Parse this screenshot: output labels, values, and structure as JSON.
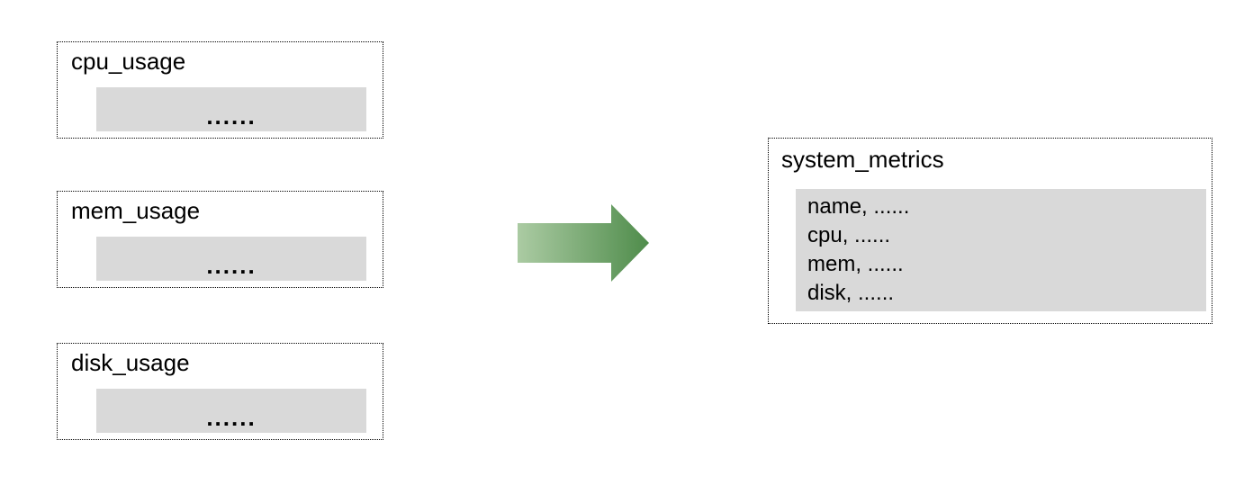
{
  "diagram": {
    "source_tables": [
      {
        "title": "cpu_usage",
        "rows_placeholder": "......"
      },
      {
        "title": "mem_usage",
        "rows_placeholder": "......"
      },
      {
        "title": "disk_usage",
        "rows_placeholder": "......"
      }
    ],
    "arrow": {
      "direction": "right",
      "gradient_start": "#abcba3",
      "gradient_end": "#4f8c4b"
    },
    "target_table": {
      "title": "system_metrics",
      "fields": [
        "name, ......",
        "cpu, ......",
        "mem, ......",
        "disk, ......"
      ]
    },
    "colors": {
      "table_fill": "#d9d9d9",
      "border": "#000000",
      "background": "#ffffff"
    }
  }
}
